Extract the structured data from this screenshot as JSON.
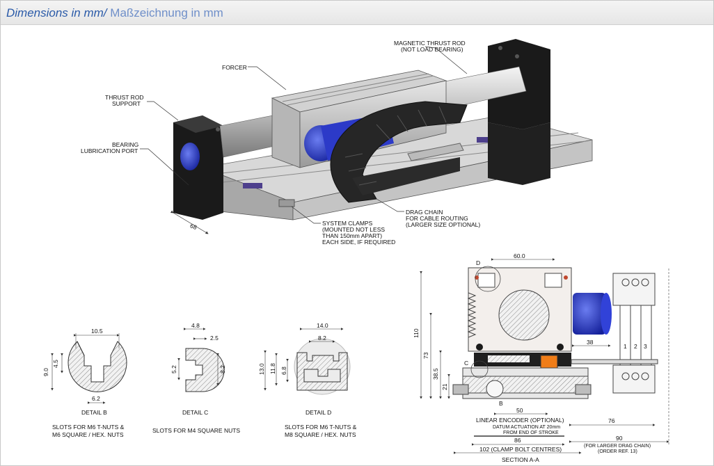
{
  "header": {
    "title_primary": "Dimensions in mm/",
    "title_secondary": "Maßzeichnung in mm"
  },
  "callouts": {
    "magnetic_rod_1": "MAGNETIC THRUST ROD",
    "magnetic_rod_2": "(NOT LOAD BEARING)",
    "forcer": "FORCER",
    "thrust_support_1": "THRUST ROD",
    "thrust_support_2": "SUPPORT",
    "bearing_1": "BEARING",
    "bearing_2": "LUBRICATION PORT",
    "dim_68": "68",
    "clamps_1": "SYSTEM CLAMPS",
    "clamps_2": "(MOUNTED NOT LESS",
    "clamps_3": "THAN 150mm APART)",
    "clamps_4": "EACH SIDE, IF REQUIRED",
    "drag_1": "DRAG CHAIN",
    "drag_2": "FOR CABLE ROUTING",
    "drag_3": "(LARGER SIZE OPTIONAL)"
  },
  "details": {
    "b": {
      "top": "10.5",
      "left_outer": "9.0",
      "left_inner": "4.5",
      "bottom": "6.2",
      "title": "DETAIL B",
      "desc_1": "SLOTS FOR M6 T-NUTS &",
      "desc_2": "M6 SQUARE / HEX. NUTS"
    },
    "c": {
      "top": "4.8",
      "top_right": "2.5",
      "left": "5.2",
      "right": "8.2",
      "title": "DETAIL C",
      "desc_1": "SLOTS FOR M4 SQUARE NUTS"
    },
    "d": {
      "top": "14.0",
      "inner": "8.2",
      "left_outer": "13.0",
      "left_mid": "11.8",
      "left_inner": "6.8",
      "title": "DETAIL D",
      "desc_1": "SLOTS FOR M6 T-NUTS &",
      "desc_2": "M8 SQUARE / HEX. NUTS"
    }
  },
  "section": {
    "w60": "60.0",
    "label_d": "D",
    "label_c": "C",
    "label_b": "B",
    "h110": "110",
    "h73": "73",
    "h38_5": "38.5",
    "h21": "21",
    "w38": "38",
    "w50": "50",
    "w76": "76",
    "w86": "86",
    "w90": "90",
    "w102": "102 (CLAMP BOLT CENTRES)",
    "encoder_1": "LINEAR ENCODER (OPTIONAL)",
    "encoder_2": "DATUM ACTUATION AT 20mm",
    "encoder_3": "FROM END OF STROKE",
    "larger_1": "(FOR LARGER DRAG CHAIN)",
    "larger_2": "(ORDER REF. 13)",
    "title": "SECTION A-A",
    "n1": "1",
    "n2": "2",
    "n3": "3"
  }
}
